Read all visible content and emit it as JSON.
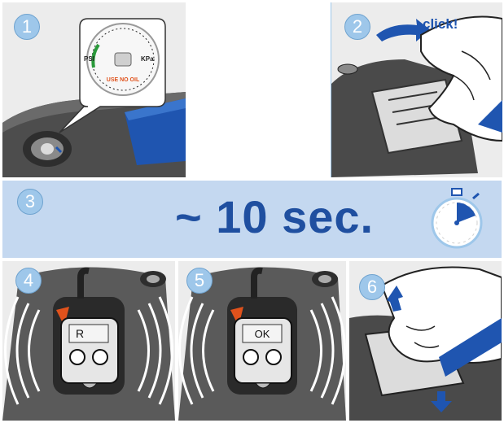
{
  "steps": [
    {
      "number": "1"
    },
    {
      "number": "2",
      "caption": "click!"
    },
    {
      "number": "3",
      "caption": "~ 10 sec."
    },
    {
      "number": "4",
      "display": "R"
    },
    {
      "number": "5",
      "display": "OK"
    },
    {
      "number": "6"
    }
  ],
  "gauge": {
    "label_left": "PSI",
    "label_right": "KPa",
    "warning": "USE NO OIL"
  },
  "colors": {
    "accent_blue": "#1f55b0",
    "band_background": "#c4d8f0",
    "badge_fill": "#9ec7ea",
    "device_dark": "#4a4a4a",
    "warning_orange": "#e0521c"
  },
  "icons": [
    "stopwatch-icon",
    "click-arrow-icon",
    "vibration-waves-icon",
    "direction-arrow-icon"
  ]
}
